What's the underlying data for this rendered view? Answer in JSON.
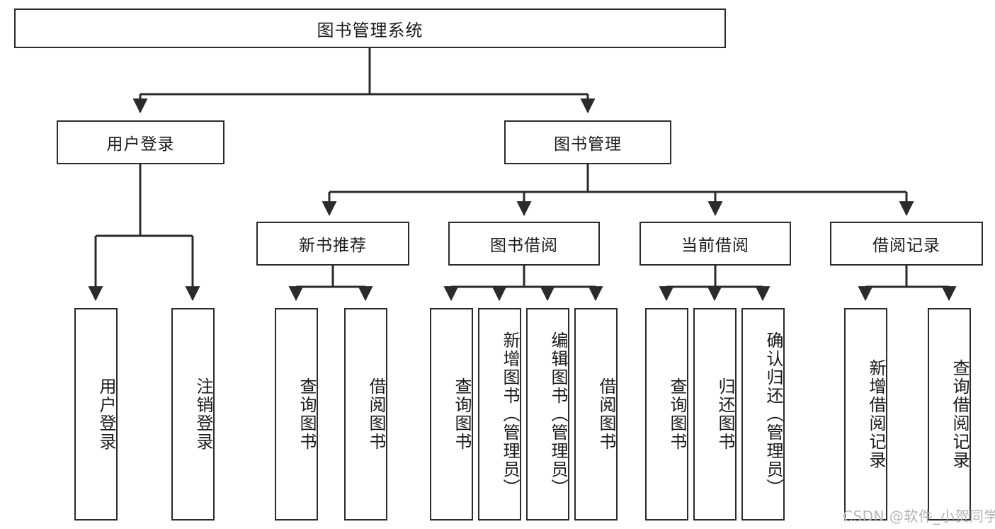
{
  "diagram": {
    "title": "图书管理系统",
    "root": {
      "label": "图书管理系统"
    },
    "level2": [
      {
        "label": "用户登录"
      },
      {
        "label": "图书管理"
      }
    ],
    "level3": [
      {
        "label": "新书推荐"
      },
      {
        "label": "图书借阅"
      },
      {
        "label": "当前借阅"
      },
      {
        "label": "借阅记录"
      }
    ],
    "leaves": [
      {
        "label": "用户登录"
      },
      {
        "label": "注销登录"
      },
      {
        "label": "查询图书"
      },
      {
        "label": "借阅图书"
      },
      {
        "label": "查询图书"
      },
      {
        "label": "新增图书（管理员）"
      },
      {
        "label": "编辑图书（管理员）"
      },
      {
        "label": "借阅图书"
      },
      {
        "label": "查询图书"
      },
      {
        "label": "归还图书"
      },
      {
        "label": "确认归还（管理员）"
      },
      {
        "label": "新增借阅记录"
      },
      {
        "label": "查询借阅记录"
      }
    ]
  },
  "watermark": {
    "text": "CSDN @软件_小贺同学"
  },
  "colors": {
    "stroke": "#2b2b2b",
    "background": "#ffffff",
    "text": "#1a1a1a",
    "watermark": "#b4b4b4"
  }
}
